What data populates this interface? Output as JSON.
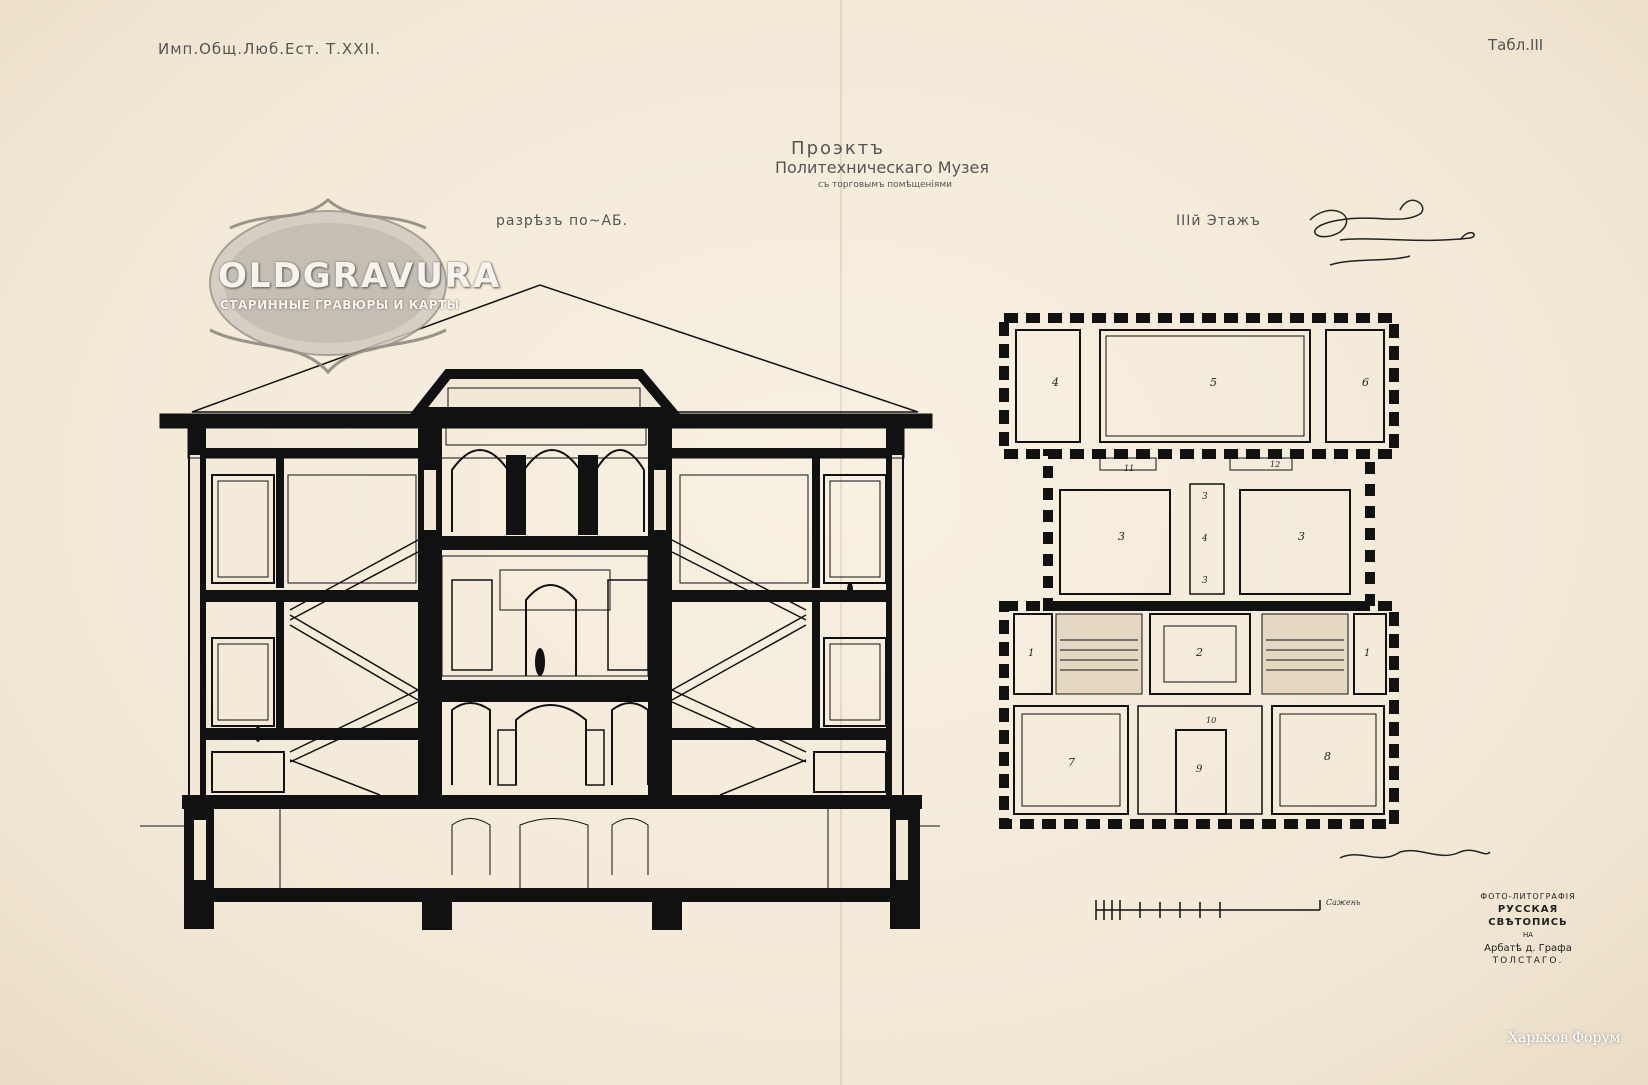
{
  "header": {
    "left_ref": "Имп.Общ.Люб.Ест. Т.XXII.",
    "right_ref": "Табл.III"
  },
  "title": {
    "line1": "Проэктъ",
    "line2": "Политехническаго Музея",
    "line3": "съ торговымъ помѣщеніями"
  },
  "section": {
    "label": "разрѣзъ по~АБ."
  },
  "plan": {
    "label": "IIIй Этажъ",
    "rooms": [
      "4",
      "5",
      "6",
      "3",
      "3",
      "3",
      "3",
      "4",
      "1",
      "2",
      "1",
      "7",
      "8",
      "9",
      "11",
      "12",
      "10"
    ]
  },
  "scale": {
    "label": "Сажень"
  },
  "publisher": {
    "line1": "ФОТО-ЛИТОГРАФІЯ",
    "line2": "РУССКАЯ СВѢТОПИСЬ",
    "line3": "НА",
    "line4": "Арбатѣ д. Графа",
    "line5": "ТОЛСТАГО."
  },
  "watermark": {
    "name": "OLDGRAVURA",
    "tagline": "СТАРИННЫЕ ГРАВЮРЫ И КАРТЫ"
  },
  "corner_mark": "Харьков Форум",
  "colors": {
    "paper": "#f5ecdc",
    "ink": "#111111",
    "faded_ink": "#555555"
  }
}
